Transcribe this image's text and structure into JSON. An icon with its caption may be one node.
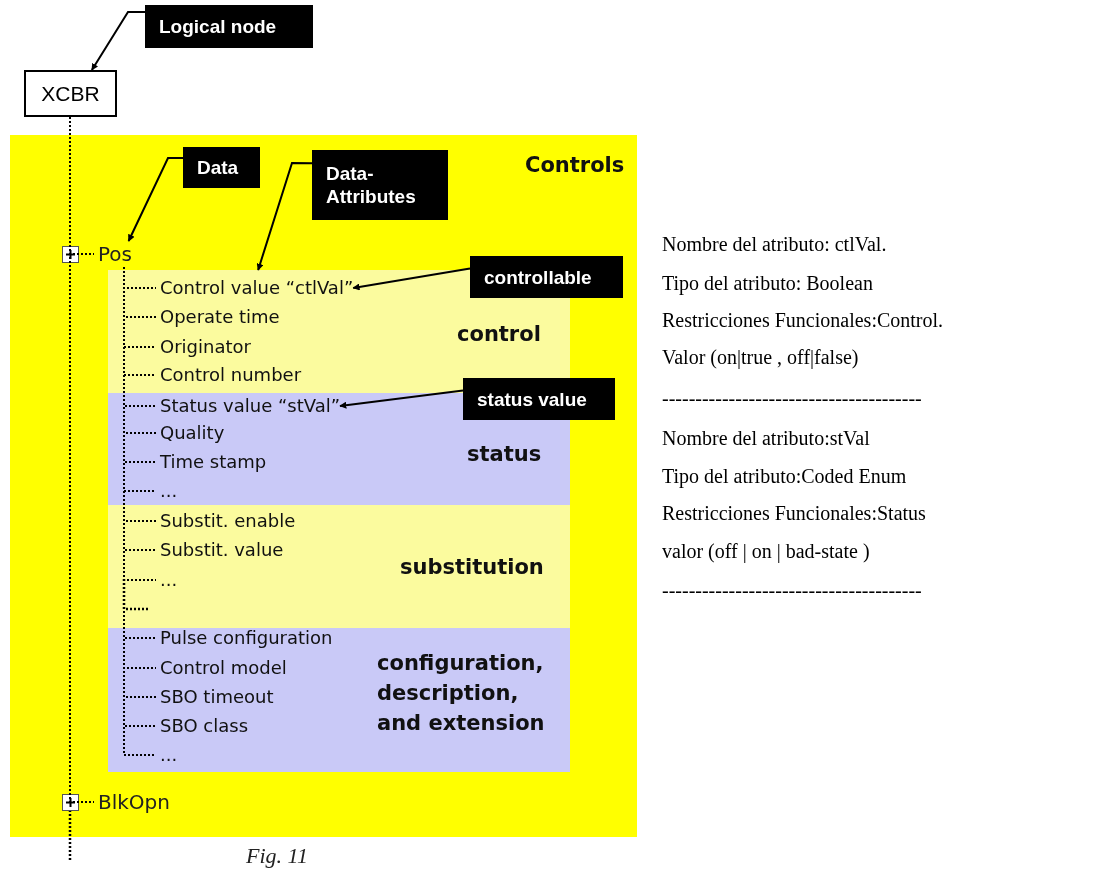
{
  "diagram": {
    "caption": "Fig. 11",
    "nodes": [
      {
        "text": [
          "Logical node"
        ]
      },
      {
        "text": [
          "XCBR"
        ]
      },
      {
        "text": [
          "Controls"
        ]
      },
      {
        "text": [
          "Data"
        ],
        "in": 2
      },
      {
        "text": [
          "Data-Attributes"
        ],
        "in": 2
      },
      {
        "text": [
          "Pos"
        ],
        "in": 2
      },
      {
        "text": [
          "control"
        ],
        "in": 2
      },
      {
        "text": [
          "Control value “ctlVal”"
        ],
        "in": 6
      },
      {
        "text": [
          "Operate time"
        ],
        "in": 6
      },
      {
        "text": [
          "Originator"
        ],
        "in": 6
      },
      {
        "text": [
          "Control number"
        ],
        "in": 6
      },
      {
        "text": [
          "status"
        ],
        "in": 2
      },
      {
        "text": [
          "Status value “stVal”"
        ],
        "in": 11
      },
      {
        "text": [
          "Quality"
        ],
        "in": 11
      },
      {
        "text": [
          "Time stamp"
        ],
        "in": 11
      },
      {
        "text": [
          "..."
        ],
        "in": 11
      },
      {
        "text": [
          "substitution"
        ],
        "in": 2
      },
      {
        "text": [
          "Substit. enable"
        ],
        "in": 16
      },
      {
        "text": [
          "Substit. value"
        ],
        "in": 16
      },
      {
        "text": [
          "..."
        ],
        "in": 16
      },
      {
        "text": [
          "configuration, description, and extension"
        ],
        "in": 2
      },
      {
        "text": [
          "Pulse configuration"
        ],
        "in": 20
      },
      {
        "text": [
          "Control model"
        ],
        "in": 20
      },
      {
        "text": [
          "SBO timeout"
        ],
        "in": 20
      },
      {
        "text": [
          "SBO class"
        ],
        "in": 20
      },
      {
        "text": [
          "..."
        ],
        "in": 20
      },
      {
        "text": [
          "BlkOpn"
        ],
        "in": 2
      },
      {
        "text": [
          "controllable"
        ],
        "in": 2
      },
      {
        "text": [
          "status value"
        ],
        "in": 2
      }
    ],
    "edges": [
      {
        "from": 0,
        "to": 1,
        "arrow": "to"
      },
      {
        "from": 3,
        "to": 5,
        "arrow": "to"
      },
      {
        "from": 4,
        "to": 6,
        "arrow": "to"
      },
      {
        "from": 27,
        "to": 7,
        "arrow": "to"
      },
      {
        "from": 28,
        "to": 12,
        "arrow": "to"
      },
      {
        "from": 1,
        "to": 5,
        "arrow": "none",
        "style": "dashed"
      },
      {
        "from": 5,
        "to": 7,
        "arrow": "none",
        "style": "dashed"
      },
      {
        "from": 5,
        "to": 8,
        "arrow": "none",
        "style": "dashed"
      },
      {
        "from": 5,
        "to": 9,
        "arrow": "none",
        "style": "dashed"
      },
      {
        "from": 5,
        "to": 10,
        "arrow": "none",
        "style": "dashed"
      },
      {
        "from": 5,
        "to": 12,
        "arrow": "none",
        "style": "dashed"
      },
      {
        "from": 5,
        "to": 13,
        "arrow": "none",
        "style": "dashed"
      },
      {
        "from": 5,
        "to": 14,
        "arrow": "none",
        "style": "dashed"
      },
      {
        "from": 5,
        "to": 15,
        "arrow": "none",
        "style": "dashed"
      },
      {
        "from": 5,
        "to": 17,
        "arrow": "none",
        "style": "dashed"
      },
      {
        "from": 5,
        "to": 18,
        "arrow": "none",
        "style": "dashed"
      },
      {
        "from": 5,
        "to": 19,
        "arrow": "none",
        "style": "dashed"
      },
      {
        "from": 5,
        "to": 21,
        "arrow": "none",
        "style": "dashed"
      },
      {
        "from": 5,
        "to": 22,
        "arrow": "none",
        "style": "dashed"
      },
      {
        "from": 5,
        "to": 23,
        "arrow": "none",
        "style": "dashed"
      },
      {
        "from": 5,
        "to": 24,
        "arrow": "none",
        "style": "dashed"
      },
      {
        "from": 5,
        "to": 25,
        "arrow": "none",
        "style": "dashed"
      },
      {
        "from": 1,
        "to": 26,
        "arrow": "none",
        "style": "dashed"
      }
    ],
    "labels": [
      "Nombre del atributo: ctlVal.",
      "Tipo del atributo: Boolean",
      "Restricciones Funcionales:Control.",
      "Valor (on|true , off|false)",
      "---------------------------------------",
      "Nombre del atributo:stVal",
      "Tipo del atributo:Coded Enum",
      "Restricciones Funcionales:Status",
      "valor (off | on | bad-state )",
      "---------------------------------------"
    ]
  }
}
